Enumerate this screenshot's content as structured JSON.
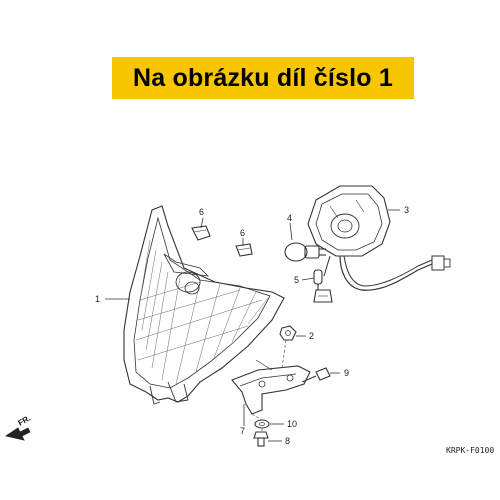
{
  "banner": {
    "text": "Na obrázku díl číslo 1"
  },
  "callouts": {
    "c1": "1",
    "c2": "2",
    "c3": "3",
    "c4": "4",
    "c5": "5",
    "c6a": "6",
    "c6b": "6",
    "c7": "7",
    "c8": "8",
    "c9": "9",
    "c10": "10"
  },
  "direction_label": "FR.",
  "diagram_code": "KRPK-F0100"
}
